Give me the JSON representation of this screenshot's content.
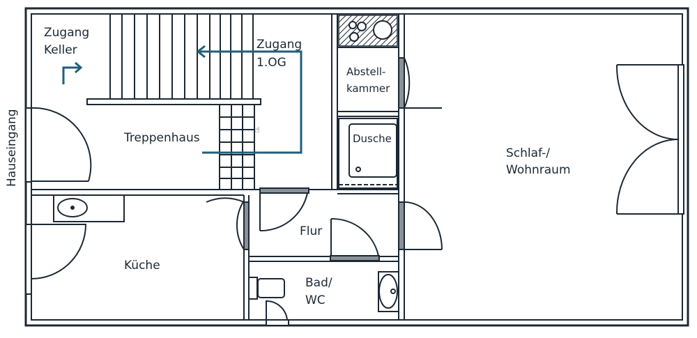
{
  "floorplan": {
    "rooms": {
      "zugang_keller": [
        "Zugang",
        "Keller"
      ],
      "zugang_og": [
        "Zugang",
        "1.OG"
      ],
      "treppenhaus": "Treppenhaus",
      "abstellkammer": [
        "Abstell-",
        "kammer"
      ],
      "dusche": "Dusche",
      "schlafraum": [
        "Schlaf-/",
        "Wohnraum"
      ],
      "kueche": "Küche",
      "flur": "Flur",
      "bad": [
        "Bad/",
        "WC"
      ]
    },
    "hauseingang": "Hauseingang"
  },
  "colors": {
    "wall": "#1c2833",
    "accent": "#1f5f7a",
    "wall_gray": "#8a9199",
    "fixture_fill": "#ffffff"
  }
}
